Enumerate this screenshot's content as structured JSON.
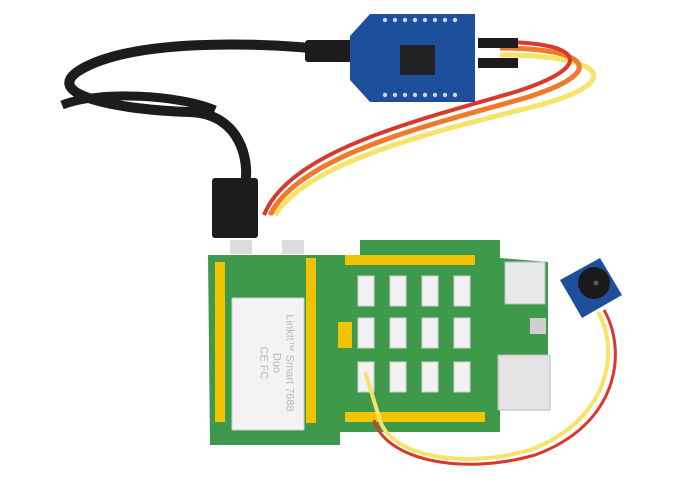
{
  "scene": {
    "description": "Product photo of a LinkIt Smart 7688 Duo on a Grove breakout board, connected by USB cable and jumper wires to a blue USB-serial adapter and a Grove buzzer module",
    "background_color": "#ffffff"
  },
  "main_board": {
    "module_label_line1": "LinkIt™ Smart 7688",
    "module_label_line2": "Duo",
    "module_marks": "CE FC",
    "pcb_color": "#3e9a4a",
    "header_color": "#f2c300",
    "grove_connector_count": 12
  },
  "usb_serial_adapter": {
    "pcb_color": "#1d4f9c"
  },
  "buzzer_module": {
    "pcb_color": "#1d4f9c",
    "buzzer_color": "#1a1a1a"
  },
  "wires": {
    "cable_color": "#1c1c1c",
    "jumper_colors": [
      "#f5e36a",
      "#ee7a2a",
      "#d9382c"
    ]
  }
}
